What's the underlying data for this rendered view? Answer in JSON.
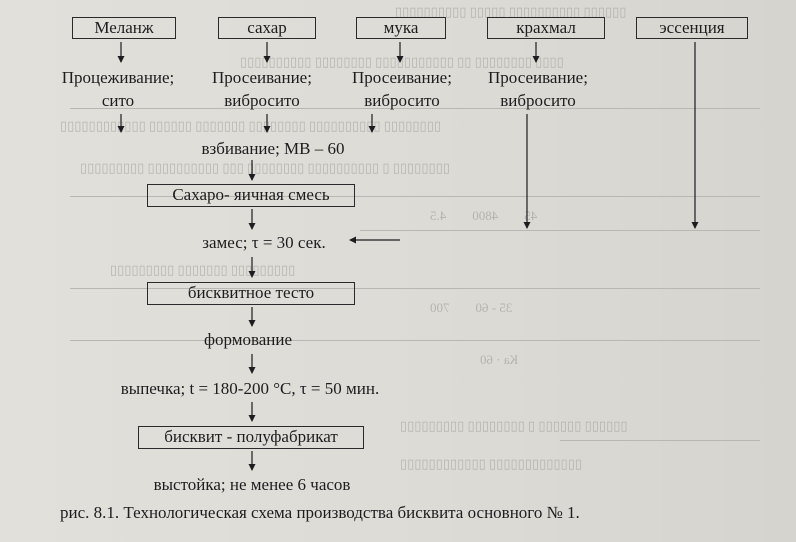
{
  "ingredients": [
    "Меланж",
    "сахар",
    "мука",
    "крахмал",
    "эссенция"
  ],
  "preprocessing": [
    {
      "line1": "Процеживание;",
      "line2": "сито"
    },
    {
      "line1": "Просеивание;",
      "line2": "вибросито"
    },
    {
      "line1": "Просеивание;",
      "line2": "вибросито"
    },
    {
      "line1": "Просеивание;",
      "line2": "вибросито"
    }
  ],
  "steps": {
    "whipping": "взбивание; МВ – 60",
    "sugar_egg_mix": "Сахаро- яичная смесь",
    "kneading": "замес; τ = 30 сек.",
    "batter": "бисквитное тесто",
    "forming": "формование",
    "baking": "выпечка; t = 180-200 °C, τ = 50 мин.",
    "semi_product": "бисквит - полуфабрикат",
    "resting": "выстойка; не менее 6 часов"
  },
  "caption": "рис. 8.1. Технологическая схема производства бисквита основного № 1."
}
